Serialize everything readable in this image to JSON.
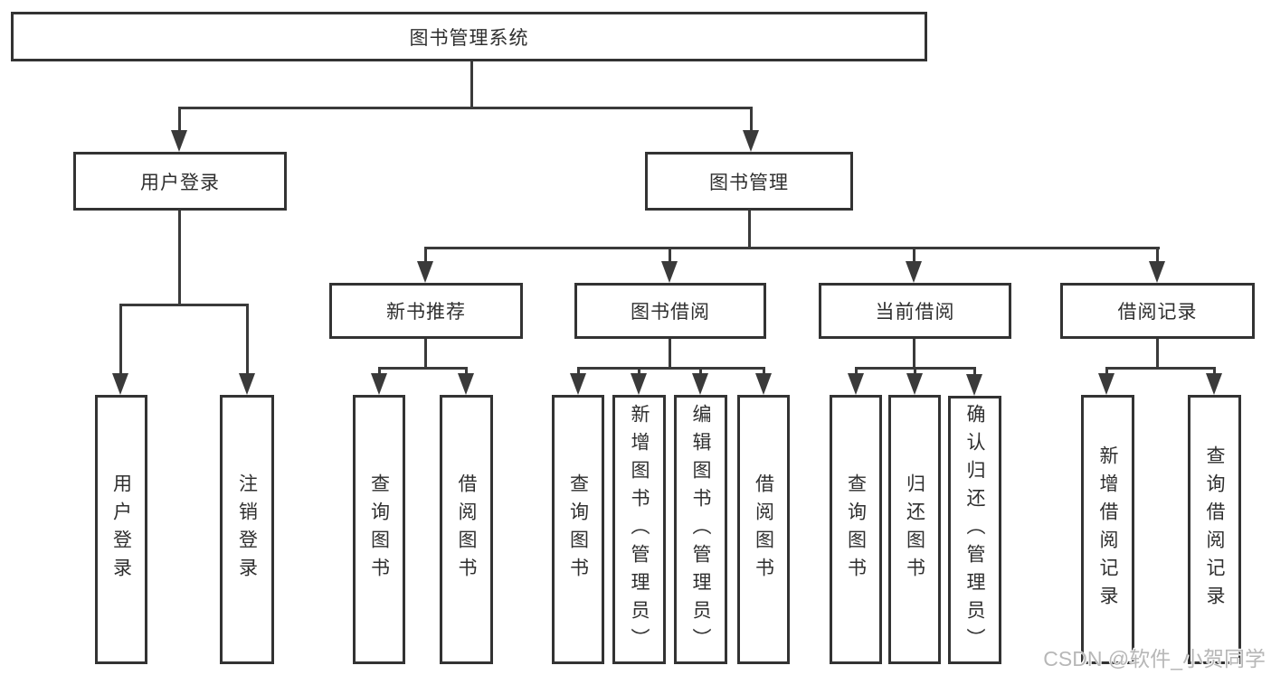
{
  "tree": {
    "root": "图书管理系统",
    "branches": [
      {
        "label": "用户登录",
        "children": [
          "用户登录",
          "注销登录"
        ]
      },
      {
        "label": "图书管理",
        "groups": [
          {
            "label": "新书推荐",
            "children": [
              "查询图书",
              "借阅图书"
            ]
          },
          {
            "label": "图书借阅",
            "children": [
              "查询图书",
              "新增图书（管理员）",
              "编辑图书（管理员）",
              "借阅图书"
            ]
          },
          {
            "label": "当前借阅",
            "children": [
              "查询图书",
              "归还图书",
              "确认归还（管理员）"
            ]
          },
          {
            "label": "借阅记录",
            "children": [
              "新增借阅记录",
              "查询借阅记录"
            ]
          }
        ]
      }
    ]
  },
  "watermark": "CSDN @软件_小贺同学",
  "colors": {
    "line": "#3a3a3a",
    "box_border": "#333333",
    "box_background": "#ffffff",
    "text": "#2f2f2f",
    "watermark_text": "#b7b7b7",
    "page_background": "#ffffff"
  }
}
